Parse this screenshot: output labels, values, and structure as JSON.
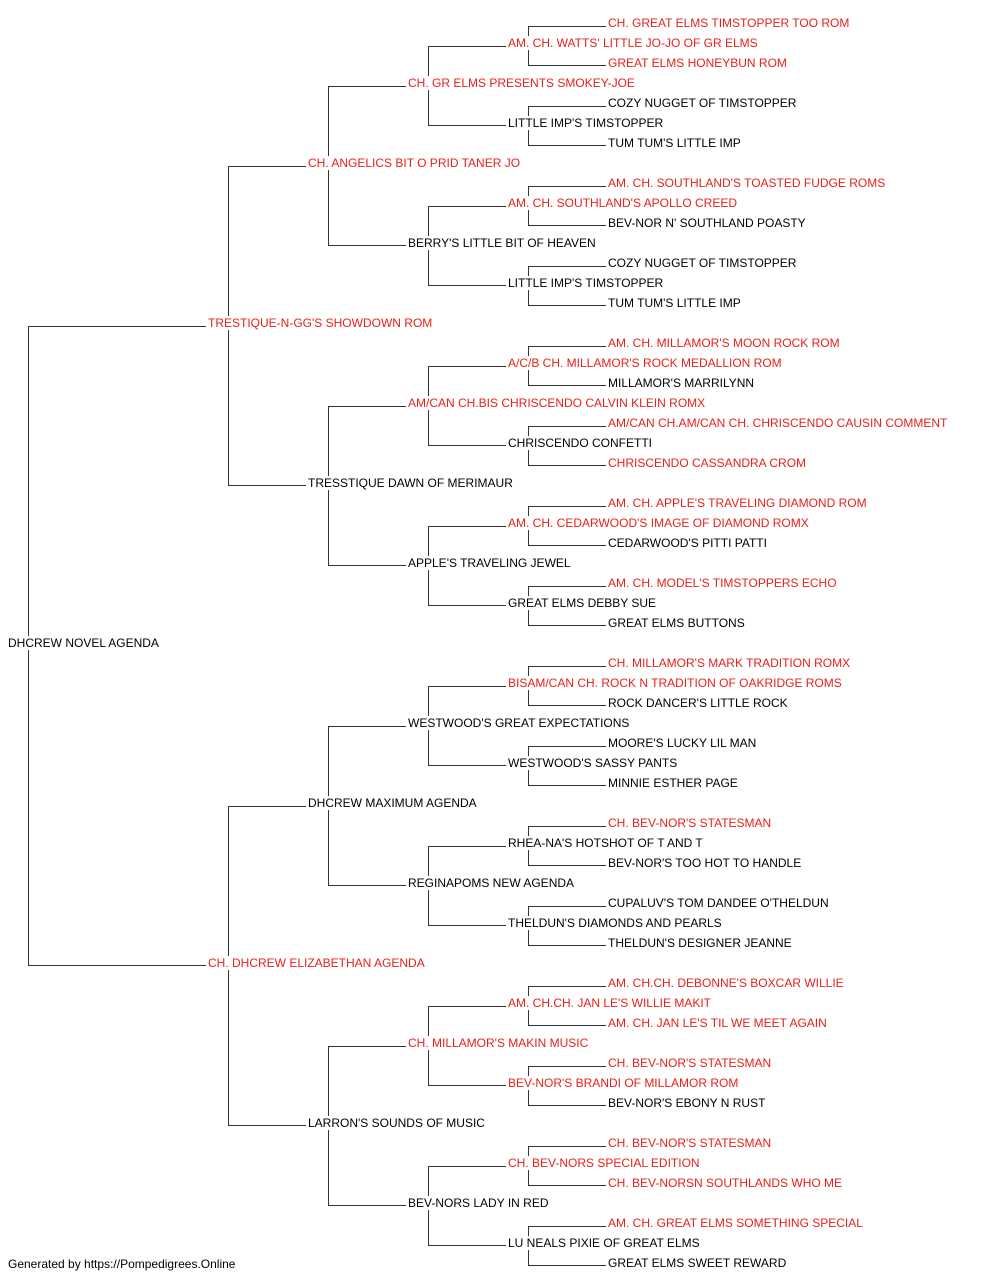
{
  "colors": {
    "champion": "#e8201a",
    "normal": "#000000",
    "line": "#333333"
  },
  "pedigree": {
    "name": "DHCREW NOVEL AGENDA",
    "ch": false,
    "sire": {
      "name": "TRESTIQUE-N-GG'S SHOWDOWN ROM",
      "ch": true,
      "sire": {
        "name": "CH. ANGELICS BIT O PRID TANER JO",
        "ch": true,
        "sire": {
          "name": "CH. GR ELMS PRESENTS SMOKEY-JOE",
          "ch": true,
          "sire": {
            "name": "AM. CH. WATTS' LITTLE JO-JO OF GR ELMS",
            "ch": true,
            "sire": {
              "name": "CH. GREAT ELMS TIMSTOPPER TOO ROM",
              "ch": true
            },
            "dam": {
              "name": "GREAT ELMS HONEYBUN ROM",
              "ch": true
            }
          },
          "dam": {
            "name": "LITTLE IMP'S TIMSTOPPER",
            "ch": false,
            "sire": {
              "name": "COZY NUGGET OF TIMSTOPPER",
              "ch": false
            },
            "dam": {
              "name": "TUM TUM'S LITTLE IMP",
              "ch": false
            }
          }
        },
        "dam": {
          "name": "BERRY'S LITTLE BIT OF HEAVEN",
          "ch": false,
          "sire": {
            "name": "AM. CH. SOUTHLAND'S APOLLO CREED",
            "ch": true,
            "sire": {
              "name": "AM. CH. SOUTHLAND'S TOASTED FUDGE ROMS",
              "ch": true
            },
            "dam": {
              "name": "BEV-NOR N' SOUTHLAND POASTY",
              "ch": false
            }
          },
          "dam": {
            "name": "LITTLE IMP'S TIMSTOPPER",
            "ch": false,
            "sire": {
              "name": "COZY NUGGET OF TIMSTOPPER",
              "ch": false
            },
            "dam": {
              "name": "TUM TUM'S LITTLE IMP",
              "ch": false
            }
          }
        }
      },
      "dam": {
        "name": "TRESSTIQUE DAWN OF MERIMAUR",
        "ch": false,
        "sire": {
          "name": "AM/CAN CH.BIS CHRISCENDO CALVIN KLEIN ROMX",
          "ch": true,
          "sire": {
            "name": "A/C/B CH. MILLAMOR'S ROCK MEDALLION ROM",
            "ch": true,
            "sire": {
              "name": "AM. CH. MILLAMOR'S MOON ROCK ROM",
              "ch": true
            },
            "dam": {
              "name": "MILLAMOR'S MARRILYNN",
              "ch": false
            }
          },
          "dam": {
            "name": "CHRISCENDO CONFETTI",
            "ch": false,
            "sire": {
              "name": "AM/CAN CH.AM/CAN CH. CHRISCENDO CAUSIN COMMENT",
              "ch": true
            },
            "dam": {
              "name": "CHRISCENDO CASSANDRA CROM",
              "ch": true
            }
          }
        },
        "dam": {
          "name": "APPLE'S TRAVELING JEWEL",
          "ch": false,
          "sire": {
            "name": "AM. CH. CEDARWOOD'S IMAGE OF DIAMOND ROMX",
            "ch": true,
            "sire": {
              "name": "AM. CH. APPLE'S TRAVELING DIAMOND ROM",
              "ch": true
            },
            "dam": {
              "name": "CEDARWOOD'S PITTI PATTI",
              "ch": false
            }
          },
          "dam": {
            "name": "GREAT ELMS DEBBY SUE",
            "ch": false,
            "sire": {
              "name": "AM. CH. MODEL'S TIMSTOPPERS ECHO",
              "ch": true
            },
            "dam": {
              "name": "GREAT ELMS BUTTONS",
              "ch": false
            }
          }
        }
      }
    },
    "dam": {
      "name": "CH. DHCREW ELIZABETHAN AGENDA",
      "ch": true,
      "sire": {
        "name": "DHCREW MAXIMUM AGENDA",
        "ch": false,
        "sire": {
          "name": "WESTWOOD'S GREAT EXPECTATIONS",
          "ch": false,
          "sire": {
            "name": "BISAM/CAN CH. ROCK N TRADITION OF OAKRIDGE ROMS",
            "ch": true,
            "sire": {
              "name": "CH. MILLAMOR'S MARK TRADITION ROMX",
              "ch": true
            },
            "dam": {
              "name": "ROCK DANCER'S LITTLE ROCK",
              "ch": false
            }
          },
          "dam": {
            "name": "WESTWOOD'S SASSY PANTS",
            "ch": false,
            "sire": {
              "name": "MOORE'S LUCKY LIL MAN",
              "ch": false
            },
            "dam": {
              "name": "MINNIE ESTHER PAGE",
              "ch": false
            }
          }
        },
        "dam": {
          "name": "REGINAPOMS NEW AGENDA",
          "ch": false,
          "sire": {
            "name": "RHEA-NA'S HOTSHOT OF T AND T",
            "ch": false,
            "sire": {
              "name": "CH. BEV-NOR'S STATESMAN",
              "ch": true
            },
            "dam": {
              "name": "BEV-NOR'S TOO HOT TO HANDLE",
              "ch": false
            }
          },
          "dam": {
            "name": "THELDUN'S DIAMONDS AND PEARLS",
            "ch": false,
            "sire": {
              "name": "CUPALUV'S TOM DANDEE O'THELDUN",
              "ch": false
            },
            "dam": {
              "name": "THELDUN'S DESIGNER JEANNE",
              "ch": false
            }
          }
        }
      },
      "dam": {
        "name": "LARRON'S SOUNDS OF MUSIC",
        "ch": false,
        "sire": {
          "name": "CH. MILLAMOR'S MAKIN MUSIC",
          "ch": true,
          "sire": {
            "name": "AM. CH.CH. JAN LE'S WILLIE MAKIT",
            "ch": true,
            "sire": {
              "name": "AM. CH.CH. DEBONNE'S BOXCAR WILLIE",
              "ch": true
            },
            "dam": {
              "name": "AM. CH. JAN LE'S TIL WE MEET AGAIN",
              "ch": true
            }
          },
          "dam": {
            "name": "BEV-NOR'S BRANDI OF MILLAMOR ROM",
            "ch": true,
            "sire": {
              "name": "CH. BEV-NOR'S STATESMAN",
              "ch": true
            },
            "dam": {
              "name": "BEV-NOR'S EBONY N RUST",
              "ch": false
            }
          }
        },
        "dam": {
          "name": "BEV-NORS LADY IN RED",
          "ch": false,
          "sire": {
            "name": "CH. BEV-NORS SPECIAL EDITION",
            "ch": true,
            "sire": {
              "name": "CH. BEV-NOR'S STATESMAN",
              "ch": true
            },
            "dam": {
              "name": "CH. BEV-NORSN SOUTHLANDS WHO ME",
              "ch": true
            }
          },
          "dam": {
            "name": "LU NEALS PIXIE OF GREAT ELMS",
            "ch": false,
            "sire": {
              "name": "AM. CH. GREAT ELMS SOMETHING SPECIAL",
              "ch": true
            },
            "dam": {
              "name": "GREAT ELMS SWEET REWARD",
              "ch": false
            }
          }
        }
      }
    }
  },
  "footer": "Generated by https://Pompedigrees.Online"
}
